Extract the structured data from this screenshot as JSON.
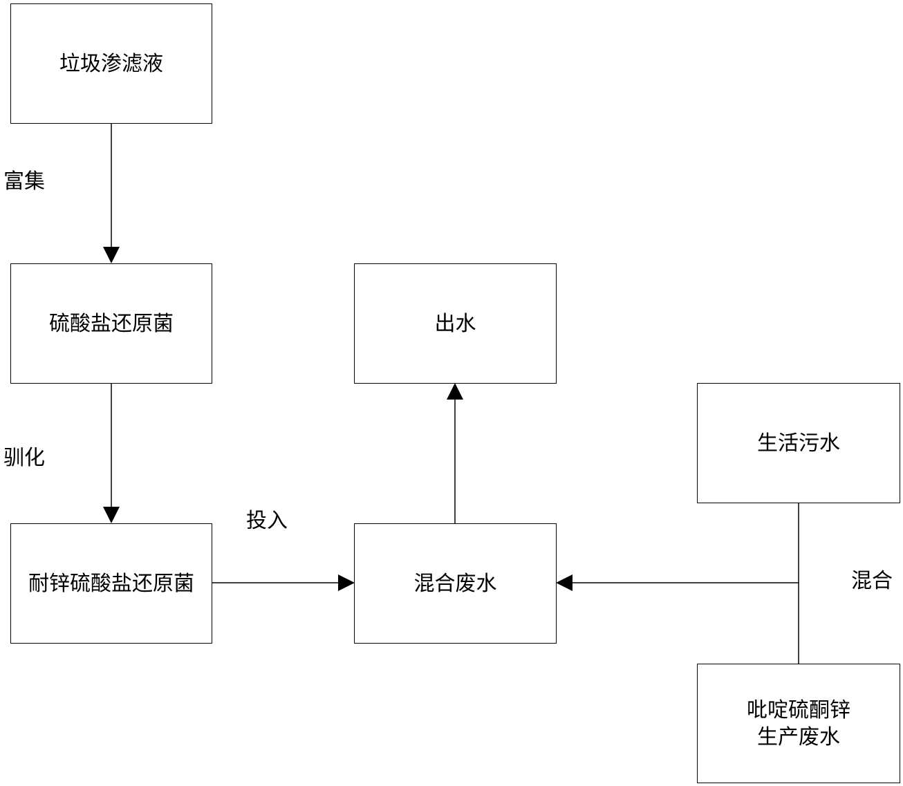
{
  "nodes": {
    "leachate": "垃圾渗滤液",
    "srb": "硫酸盐还原菌",
    "zn_srb": "耐锌硫酸盐还原菌",
    "effluent": "出水",
    "mixed": "混合废水",
    "domestic": "生活污水",
    "zpt_line1": "吡啶硫酮锌",
    "zpt_line2": "生产废水"
  },
  "edges": {
    "enrich": "富集",
    "acclimate": "驯化",
    "dose": "投入",
    "mix": "混合"
  }
}
